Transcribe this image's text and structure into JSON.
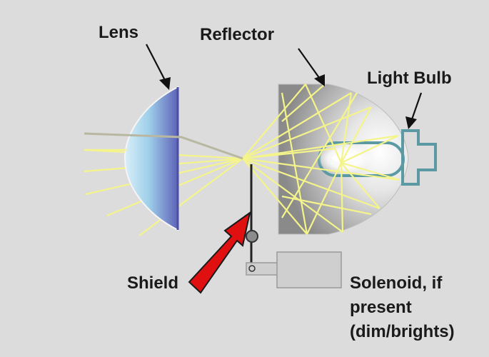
{
  "labels": {
    "lens": "Lens",
    "reflector": "Reflector",
    "light_bulb": "Light Bulb",
    "shield": "Shield",
    "solenoid": "Solenoid, if\npresent\n(dim/brights)"
  },
  "colors": {
    "background": "#dcdcdc",
    "light_rays": "#f4f48a",
    "lens_blue": "#6d7fc9",
    "bulb_outline": "#5b9aa3",
    "pointer_arrow": "#e01010",
    "solenoid_body": "#cfcfcf"
  }
}
